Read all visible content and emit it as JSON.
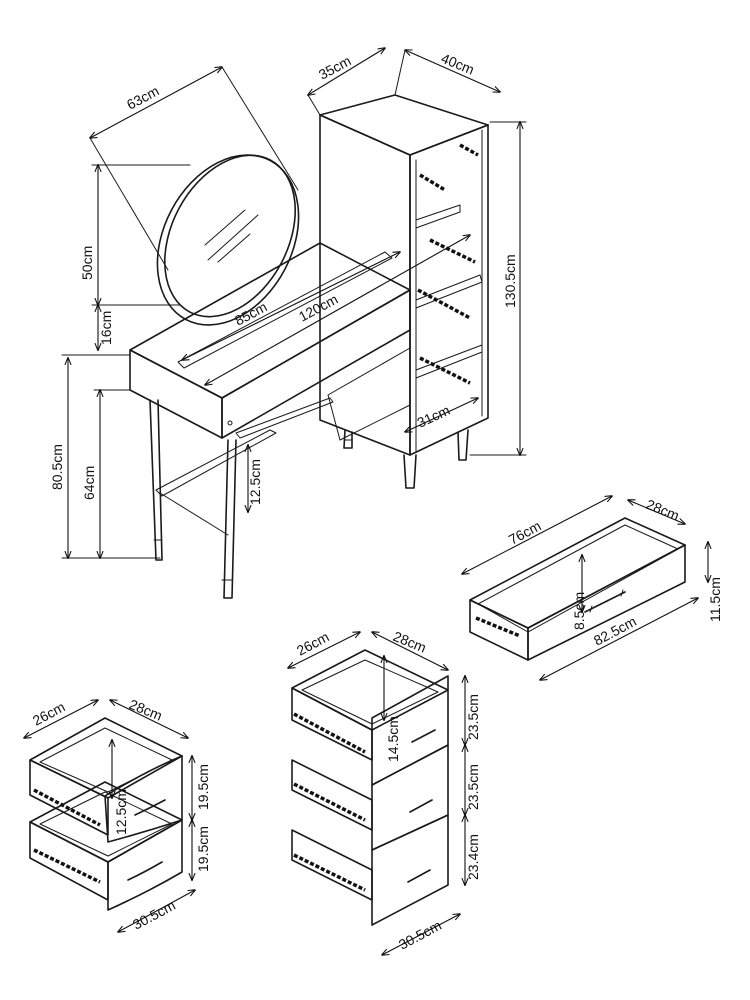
{
  "dimensions": {
    "mirror_diameter": "63cm",
    "mirror_height": "50cm",
    "mirror_gap": "16cm",
    "desk_total_height": "80.5cm",
    "desk_leg_height": "64cm",
    "desk_inner_width": "85cm",
    "desk_total_width": "120cm",
    "desk_drawer_height": "12.5cm",
    "tower_depth": "35cm",
    "tower_width": "40cm",
    "tower_height": "130.5cm",
    "tower_inner_depth": "31cm",
    "long_drawer_length": "76cm",
    "long_drawer_depth": "28cm",
    "long_drawer_inner_height": "8.5cm",
    "long_drawer_outer_length": "82.5cm",
    "long_drawer_front_height": "11.5cm",
    "two_drawer_width": "26cm",
    "two_drawer_depth": "28cm",
    "two_drawer_inner_height": "12.5cm",
    "two_drawer_front_top": "19.5cm",
    "two_drawer_front_bottom": "19.5cm",
    "two_drawer_front_width": "30.5cm",
    "three_drawer_width": "26cm",
    "three_drawer_depth": "28cm",
    "three_drawer_inner_height": "14.5cm",
    "three_drawer_front_1": "23.5cm",
    "three_drawer_front_2": "23.5cm",
    "three_drawer_front_3": "23.4cm",
    "three_drawer_front_width": "30.5cm"
  }
}
